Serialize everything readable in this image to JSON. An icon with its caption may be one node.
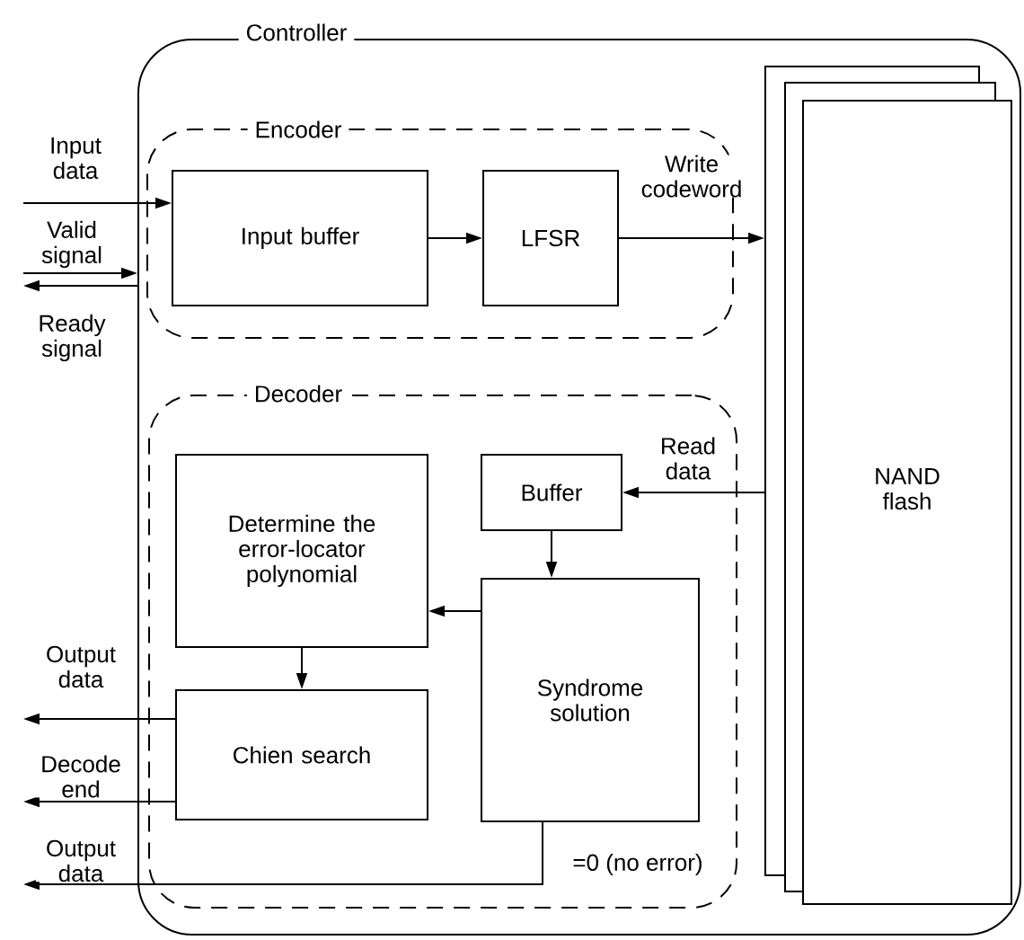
{
  "diagram": {
    "nodes": [
      {
        "text": [
          "Controller"
        ]
      },
      {
        "text": [
          "Encoder"
        ],
        "in": 0
      },
      {
        "text": [
          "Input buffer"
        ],
        "in": 1
      },
      {
        "text": [
          "LFSR"
        ],
        "in": 1
      },
      {
        "text": [
          "Decoder"
        ],
        "in": 0
      },
      {
        "text": [
          "Determine the error-locator polynomial"
        ],
        "in": 4
      },
      {
        "text": [
          "Buffer"
        ],
        "in": 4
      },
      {
        "text": [
          "Syndrome solution"
        ],
        "in": 4
      },
      {
        "text": [
          "Chien search"
        ],
        "in": 4
      },
      {
        "text": [
          "NAND flash"
        ],
        "in": 0
      }
    ],
    "edges": [
      {
        "from": null,
        "to": 2,
        "arrow": "to",
        "label": "Input data"
      },
      {
        "from": null,
        "to": 0,
        "arrow": "to",
        "label": "Valid signal"
      },
      {
        "from": 0,
        "to": null,
        "arrow": "to",
        "label": "Ready signal"
      },
      {
        "from": 2,
        "to": 3,
        "arrow": "to"
      },
      {
        "from": 3,
        "to": 9,
        "arrow": "to",
        "label": "Write codeword"
      },
      {
        "from": 9,
        "to": 6,
        "arrow": "to",
        "label": "Read data"
      },
      {
        "from": 6,
        "to": 7,
        "arrow": "to"
      },
      {
        "from": 7,
        "to": 5,
        "arrow": "to"
      },
      {
        "from": 5,
        "to": 8,
        "arrow": "to"
      },
      {
        "from": 8,
        "to": null,
        "arrow": "to",
        "label": "Output data"
      },
      {
        "from": 8,
        "to": null,
        "arrow": "to",
        "label": "Decode end"
      },
      {
        "from": 7,
        "to": null,
        "arrow": "to",
        "label": "Output data"
      }
    ],
    "labels": [
      "=0 (no error)"
    ]
  }
}
